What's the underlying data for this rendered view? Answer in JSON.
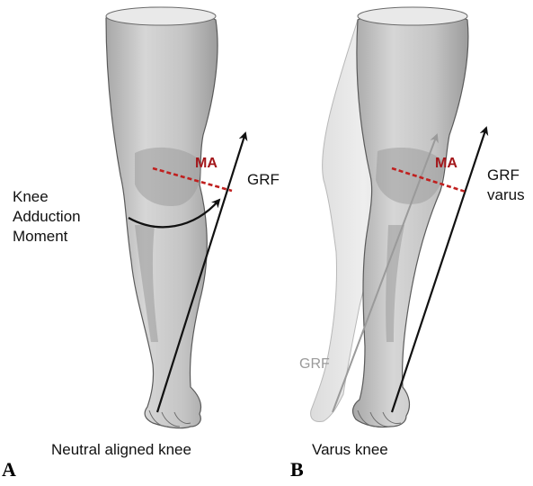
{
  "colors": {
    "leg_fill": "#c9c9c9",
    "leg_shadow": "#9a9a9a",
    "leg_outline": "#5a5a5a",
    "leg_ghost": "#e6e6e6",
    "arrow": "#111111",
    "ghost_arrow": "#8a8a8a",
    "moment_arm": "#c0201f",
    "label_ma": "#a3161a",
    "label_ghost": "#9a9a9a"
  },
  "panel_a": {
    "panel_letter": "A",
    "caption": "Neutral aligned knee",
    "moment_label_line1": "Knee",
    "moment_label_line2": "Adduction",
    "moment_label_line3": "Moment",
    "ma_label": "MA",
    "grf_label": "GRF"
  },
  "panel_b": {
    "panel_letter": "B",
    "caption": "Varus knee",
    "ma_label": "MA",
    "grf_label_line1": "GRF",
    "grf_label_line2": "varus",
    "ghost_grf_label": "GRF"
  }
}
